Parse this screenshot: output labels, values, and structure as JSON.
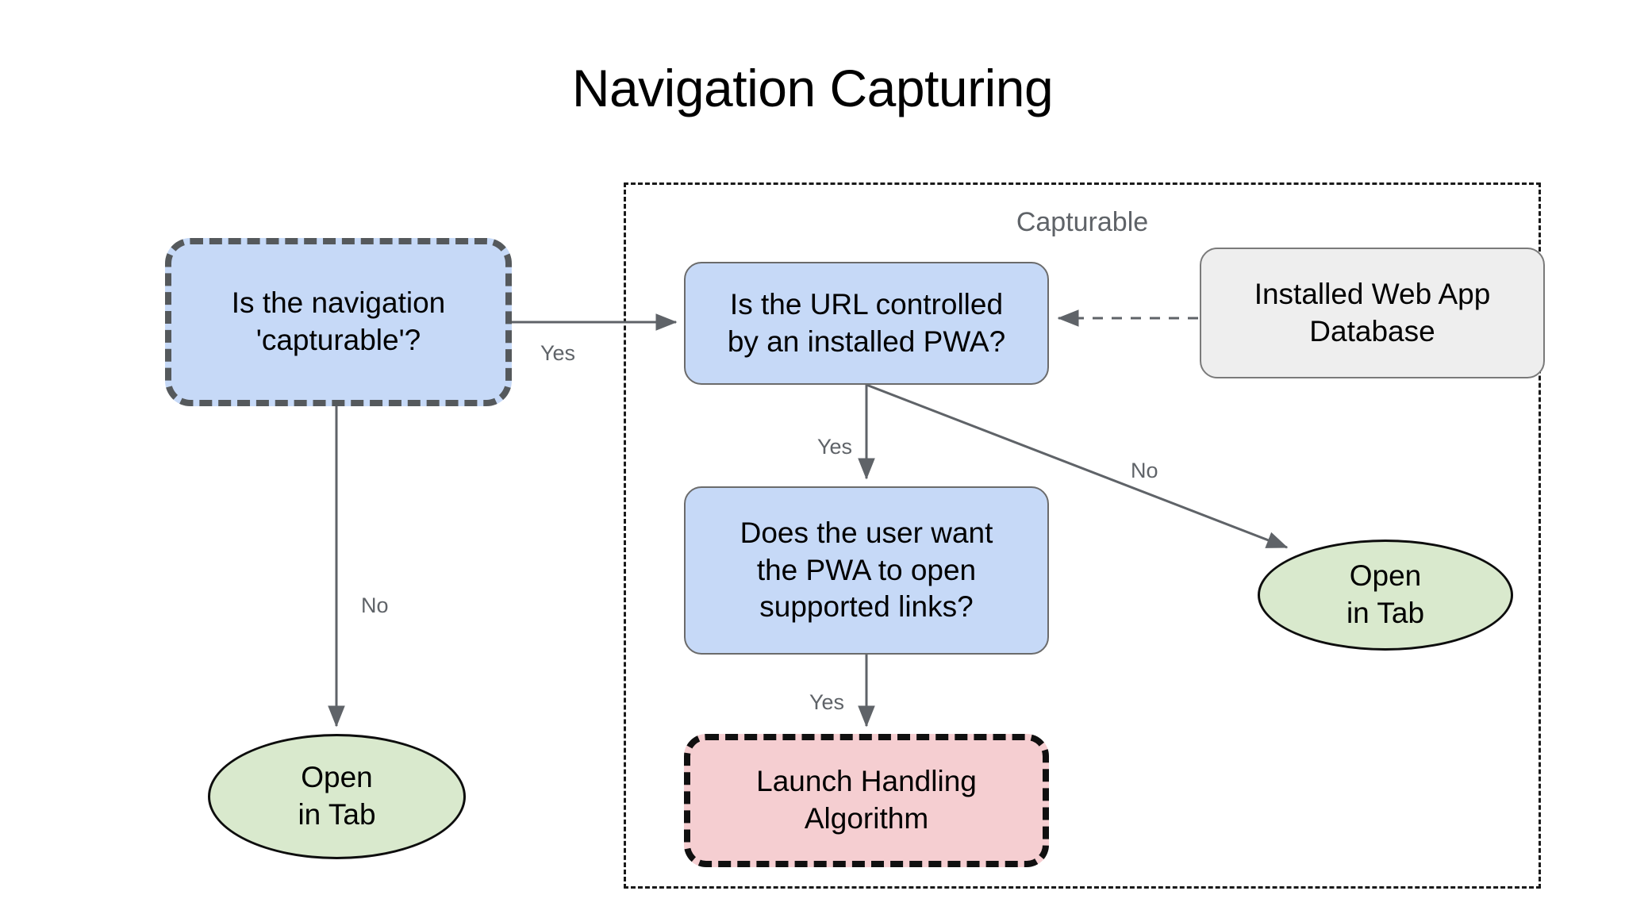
{
  "title": "Navigation Capturing",
  "group": {
    "label": "Capturable"
  },
  "nodes": {
    "capturable": {
      "label": "Is the navigation\n'capturable'?"
    },
    "url_pwa": {
      "label": "Is the URL controlled\nby an installed PWA?"
    },
    "database": {
      "label": "Installed Web App\nDatabase"
    },
    "user_want": {
      "label": "Does the user want\nthe PWA to open\nsupported links?"
    },
    "launch": {
      "label": "Launch Handling\nAlgorithm"
    },
    "open_tab_left": {
      "label": "Open\nin Tab"
    },
    "open_tab_right": {
      "label": "Open\nin Tab"
    }
  },
  "edges": {
    "capturable_yes": "Yes",
    "capturable_no": "No",
    "url_pwa_yes": "Yes",
    "url_pwa_no": "No",
    "user_want_yes": "Yes"
  },
  "colors": {
    "decision_fill": "#c6d9f7",
    "database_fill": "#eeeeee",
    "terminal_fill": "#d9e9cd",
    "algorithm_fill": "#f5ced1",
    "edge_stroke": "#5f6368",
    "group_stroke": "#1a1a1a",
    "label_text": "#5f6368",
    "background": "#ffffff"
  }
}
